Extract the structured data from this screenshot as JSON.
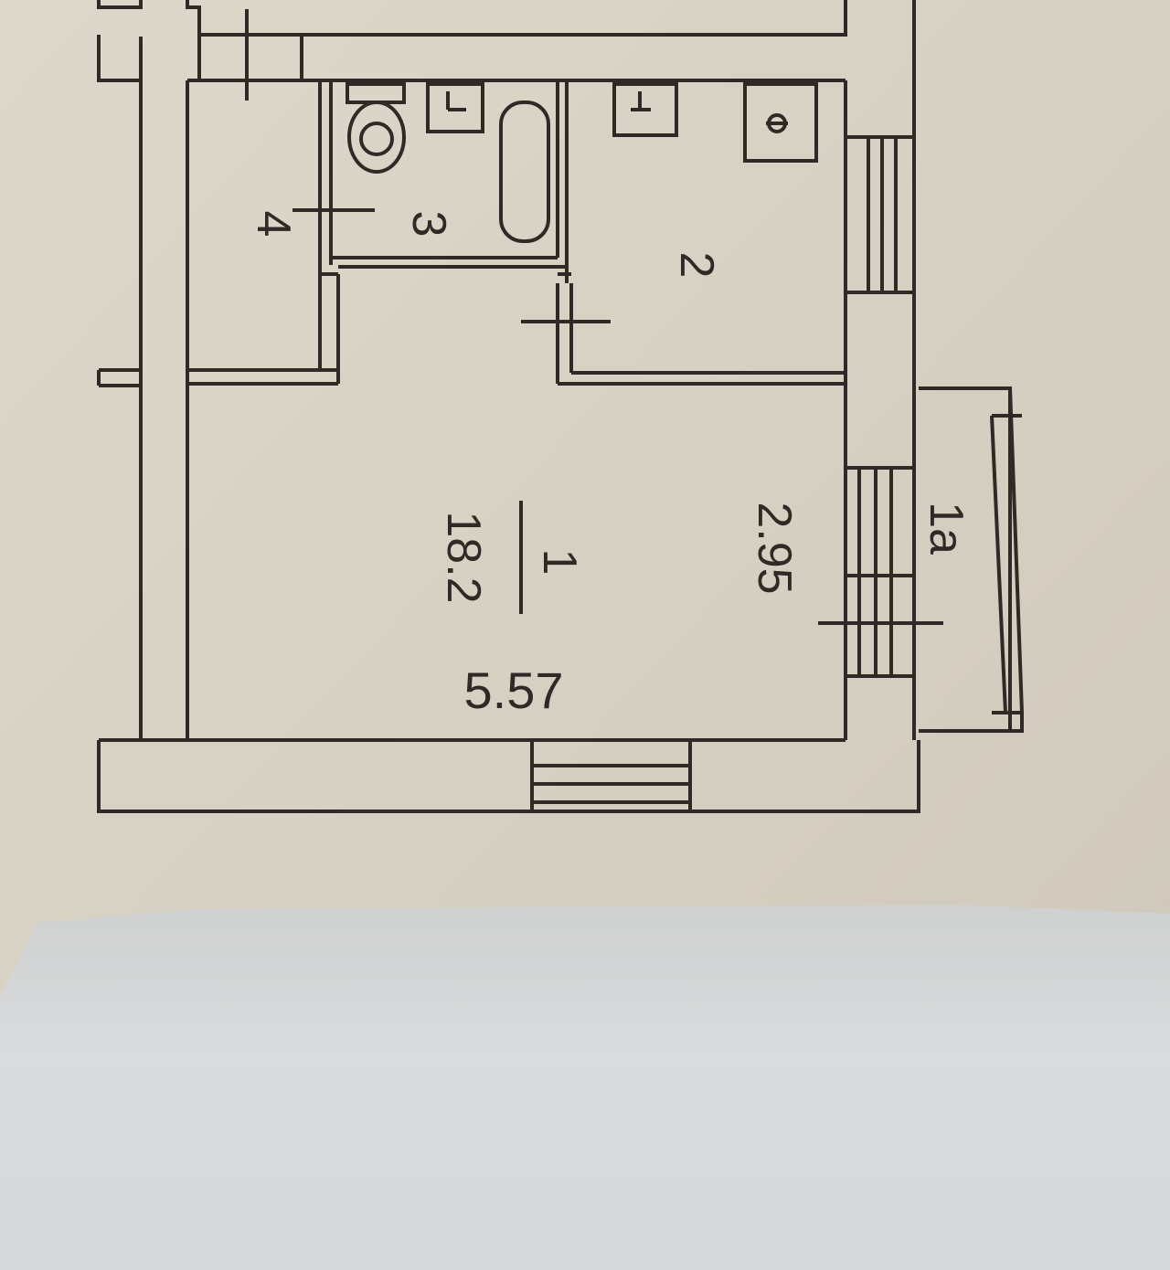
{
  "colors": {
    "paper": "#d8d2c5",
    "paper_shade": "#c9c2b4",
    "shadow": "#dadcde",
    "ink": "#2f2a26"
  },
  "rooms": {
    "room_1": {
      "number": "1",
      "area": "18.2"
    },
    "room_1a": {
      "label": "1a"
    },
    "room_2": {
      "label": "2"
    },
    "room_3": {
      "label": "3"
    },
    "room_4": {
      "label": "4"
    }
  },
  "dimensions": {
    "width": "5.57",
    "depth": "2.95"
  }
}
